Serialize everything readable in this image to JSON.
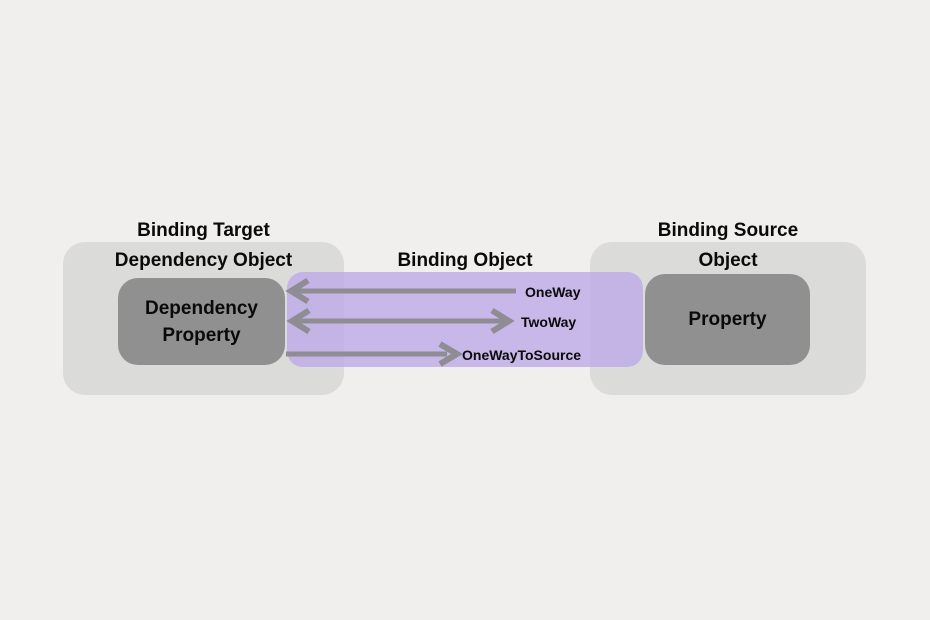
{
  "diagram": {
    "binding_target": {
      "title": "Binding Target",
      "container_label": "Dependency Object",
      "property_label": "Dependency Property"
    },
    "binding_object": {
      "title": "Binding Object",
      "modes": [
        {
          "label": "OneWay",
          "direction": "left"
        },
        {
          "label": "TwoWay",
          "direction": "both"
        },
        {
          "label": "OneWayToSource",
          "direction": "right"
        }
      ]
    },
    "binding_source": {
      "title": "Binding Source",
      "container_label": "Object",
      "property_label": "Property"
    }
  },
  "colors": {
    "background": "#f0efee",
    "container_box": "#dbdbda",
    "property_box": "#909090",
    "binding_band": "rgba(190,169,231,0.8)",
    "arrow": "#8f8c93",
    "text": "#0a0a0a"
  }
}
